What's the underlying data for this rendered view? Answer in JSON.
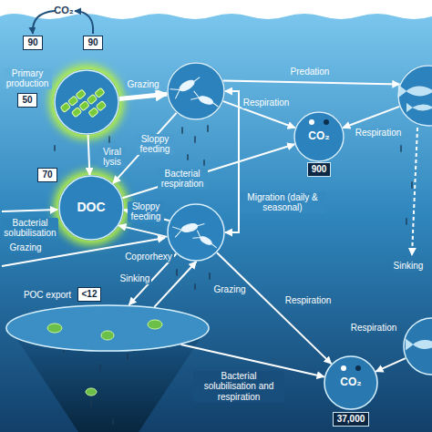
{
  "diagram": {
    "nodes": [
      {
        "text": [
          "Primary production",
          "50"
        ]
      },
      {
        "text": []
      },
      {
        "text": []
      },
      {
        "text": [
          "DOC",
          "70"
        ]
      },
      {
        "text": [
          "CO₂",
          "900"
        ]
      },
      {
        "text": []
      },
      {
        "text": [
          "POC export",
          "<12"
        ]
      },
      {
        "text": [
          "CO₂",
          "37,000"
        ]
      },
      {
        "text": []
      }
    ],
    "edges": [
      {
        "from": 0,
        "to": 1,
        "label": "Grazing",
        "arrow": "to"
      },
      {
        "from": 0,
        "to": 3,
        "label": "Viral lysis",
        "arrow": "to"
      },
      {
        "from": 1,
        "to": 2,
        "label": "Predation",
        "arrow": "to"
      },
      {
        "from": 1,
        "to": 4,
        "label": "Respiration",
        "arrow": "to"
      },
      {
        "from": 2,
        "to": 4,
        "label": "Respiration",
        "arrow": "to"
      },
      {
        "from": 1,
        "to": 3,
        "label": "Sloppy feeding",
        "arrow": "to"
      },
      {
        "from": 3,
        "to": 4,
        "label": "Bacterial respiration",
        "arrow": "to"
      },
      {
        "from": 5,
        "to": 3,
        "label": "Sloppy feeding",
        "arrow": "to"
      },
      {
        "from": 5,
        "to": 3,
        "label": "Coprorhexy",
        "arrow": "to"
      },
      {
        "from": 1,
        "to": 5,
        "label": "Migration (daily & seasonal)",
        "arrow": "both"
      },
      {
        "from": 5,
        "to": 6,
        "label": "Sinking",
        "arrow": "to"
      },
      {
        "from": 6,
        "to": 5,
        "label": "Grazing",
        "arrow": "to"
      },
      {
        "from": 5,
        "to": 7,
        "label": "Respiration",
        "arrow": "to"
      },
      {
        "from": 6,
        "to": 7,
        "label": "Bacterial solubilisation and respiration",
        "arrow": "to"
      },
      {
        "from": 8,
        "to": 7,
        "label": "Respiration",
        "arrow": "to"
      }
    ],
    "labels": [
      "CO₂",
      "90",
      "90",
      "Bacterial solubilisation",
      "Grazing",
      "Sinking"
    ]
  }
}
